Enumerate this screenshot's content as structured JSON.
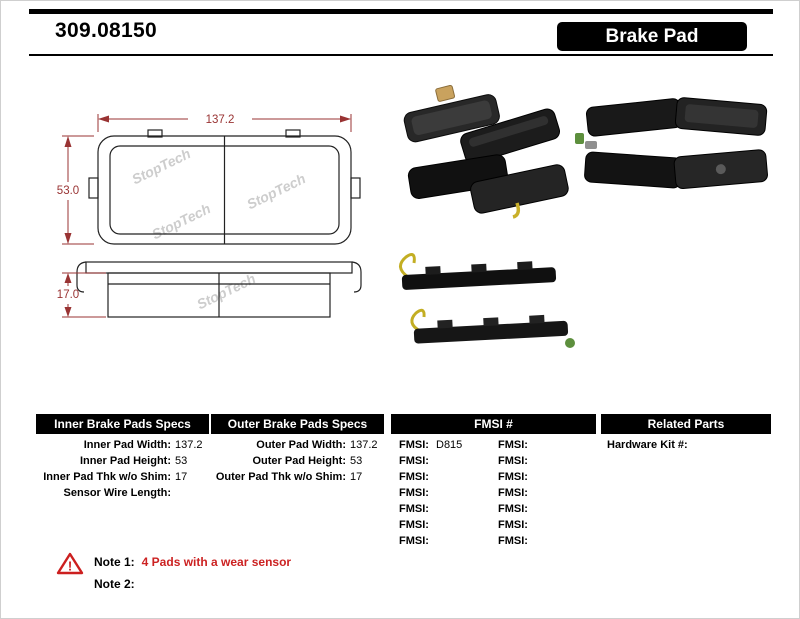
{
  "page": {
    "part_number": "309.08150",
    "product_title": "Brake Pad"
  },
  "diagram": {
    "watermark": "StopTech",
    "dims": {
      "width": "137.2",
      "height": "53.0",
      "thickness": "17.0"
    }
  },
  "specs": {
    "inner": {
      "title": "Inner Brake Pads Specs",
      "rows": [
        {
          "label": "Inner Pad Width:",
          "value": "137.2"
        },
        {
          "label": "Inner Pad Height:",
          "value": "53"
        },
        {
          "label": "Inner Pad Thk w/o Shim:",
          "value": "17"
        },
        {
          "label": "Sensor Wire Length:",
          "value": ""
        }
      ]
    },
    "outer": {
      "title": "Outer Brake Pads Specs",
      "rows": [
        {
          "label": "Outer Pad Width:",
          "value": "137.2"
        },
        {
          "label": "Outer Pad Height:",
          "value": "53"
        },
        {
          "label": "Outer Pad Thk w/o Shim:",
          "value": "17"
        }
      ]
    },
    "fmsi": {
      "title": "FMSI #",
      "rows": [
        {
          "left_label": "FMSI:",
          "left_value": "D815",
          "right_label": "FMSI:",
          "right_value": ""
        },
        {
          "left_label": "FMSI:",
          "left_value": "",
          "right_label": "FMSI:",
          "right_value": ""
        },
        {
          "left_label": "FMSI:",
          "left_value": "",
          "right_label": "FMSI:",
          "right_value": ""
        },
        {
          "left_label": "FMSI:",
          "left_value": "",
          "right_label": "FMSI:",
          "right_value": ""
        },
        {
          "left_label": "FMSI:",
          "left_value": "",
          "right_label": "FMSI:",
          "right_value": ""
        },
        {
          "left_label": "FMSI:",
          "left_value": "",
          "right_label": "FMSI:",
          "right_value": ""
        },
        {
          "left_label": "FMSI:",
          "left_value": "",
          "right_label": "FMSI:",
          "right_value": ""
        }
      ]
    },
    "related": {
      "title": "Related Parts",
      "rows": [
        {
          "label": "Hardware Kit #:",
          "value": ""
        }
      ]
    }
  },
  "notes": {
    "warning_glyph": "!",
    "note1_label": "Note 1:",
    "note1_text": "4 Pads with a wear sensor",
    "note2_label": "Note 2:",
    "note2_text": ""
  },
  "colors": {
    "accent_red": "#cc2222",
    "dimension_red": "#993333",
    "header_black": "#000000"
  }
}
